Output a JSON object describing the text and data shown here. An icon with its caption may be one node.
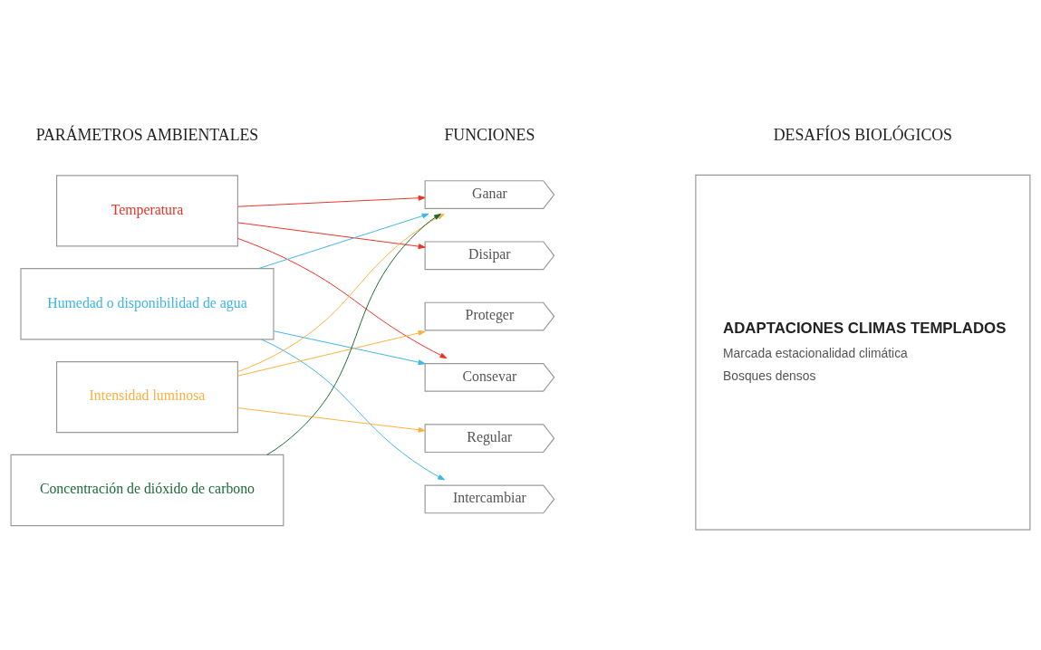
{
  "diagram": {
    "nodes": [
      {
        "text": [
          "Temperatura"
        ]
      },
      {
        "text": [
          "Humedad o disponibilidad de agua"
        ]
      },
      {
        "text": [
          "Intensidad luminosa"
        ]
      },
      {
        "text": [
          "Concentración de dióxido de carbono"
        ]
      },
      {
        "text": [
          "Ganar"
        ]
      },
      {
        "text": [
          "Disipar"
        ]
      },
      {
        "text": [
          "Proteger"
        ]
      },
      {
        "text": [
          "Consevar"
        ]
      },
      {
        "text": [
          "Regular"
        ]
      },
      {
        "text": [
          "Intercambiar"
        ]
      },
      {
        "text": [
          "ADAPTACIONES CLIMAS TEMPLADOS",
          "Marcada estacionalidad climática",
          "Bosques densos"
        ]
      }
    ],
    "edges": [
      {
        "from": 0,
        "to": 4,
        "arrow": "to",
        "color": "#ee3124"
      },
      {
        "from": 0,
        "to": 5,
        "arrow": "to",
        "color": "#ee3124"
      },
      {
        "from": 0,
        "to": 7,
        "arrow": "to",
        "color": "#ee3124"
      },
      {
        "from": 1,
        "to": 4,
        "arrow": "to",
        "color": "#3fb4e8"
      },
      {
        "from": 1,
        "to": 7,
        "arrow": "to",
        "color": "#3fb4e8"
      },
      {
        "from": 1,
        "to": 9,
        "arrow": "to",
        "color": "#3fb4e8"
      },
      {
        "from": 2,
        "to": 4,
        "arrow": "to",
        "color": "#fbb040"
      },
      {
        "from": 2,
        "to": 6,
        "arrow": "to",
        "color": "#fbb040"
      },
      {
        "from": 2,
        "to": 8,
        "arrow": "to",
        "color": "#fbb040"
      },
      {
        "from": 3,
        "to": 4,
        "arrow": "to",
        "color": "#1a6b35"
      }
    ],
    "labels": [
      "PARÁMETROS AMBIENTALES",
      "FUNCIONES",
      "DESAFÍOS BIOLÓGICOS"
    ]
  }
}
